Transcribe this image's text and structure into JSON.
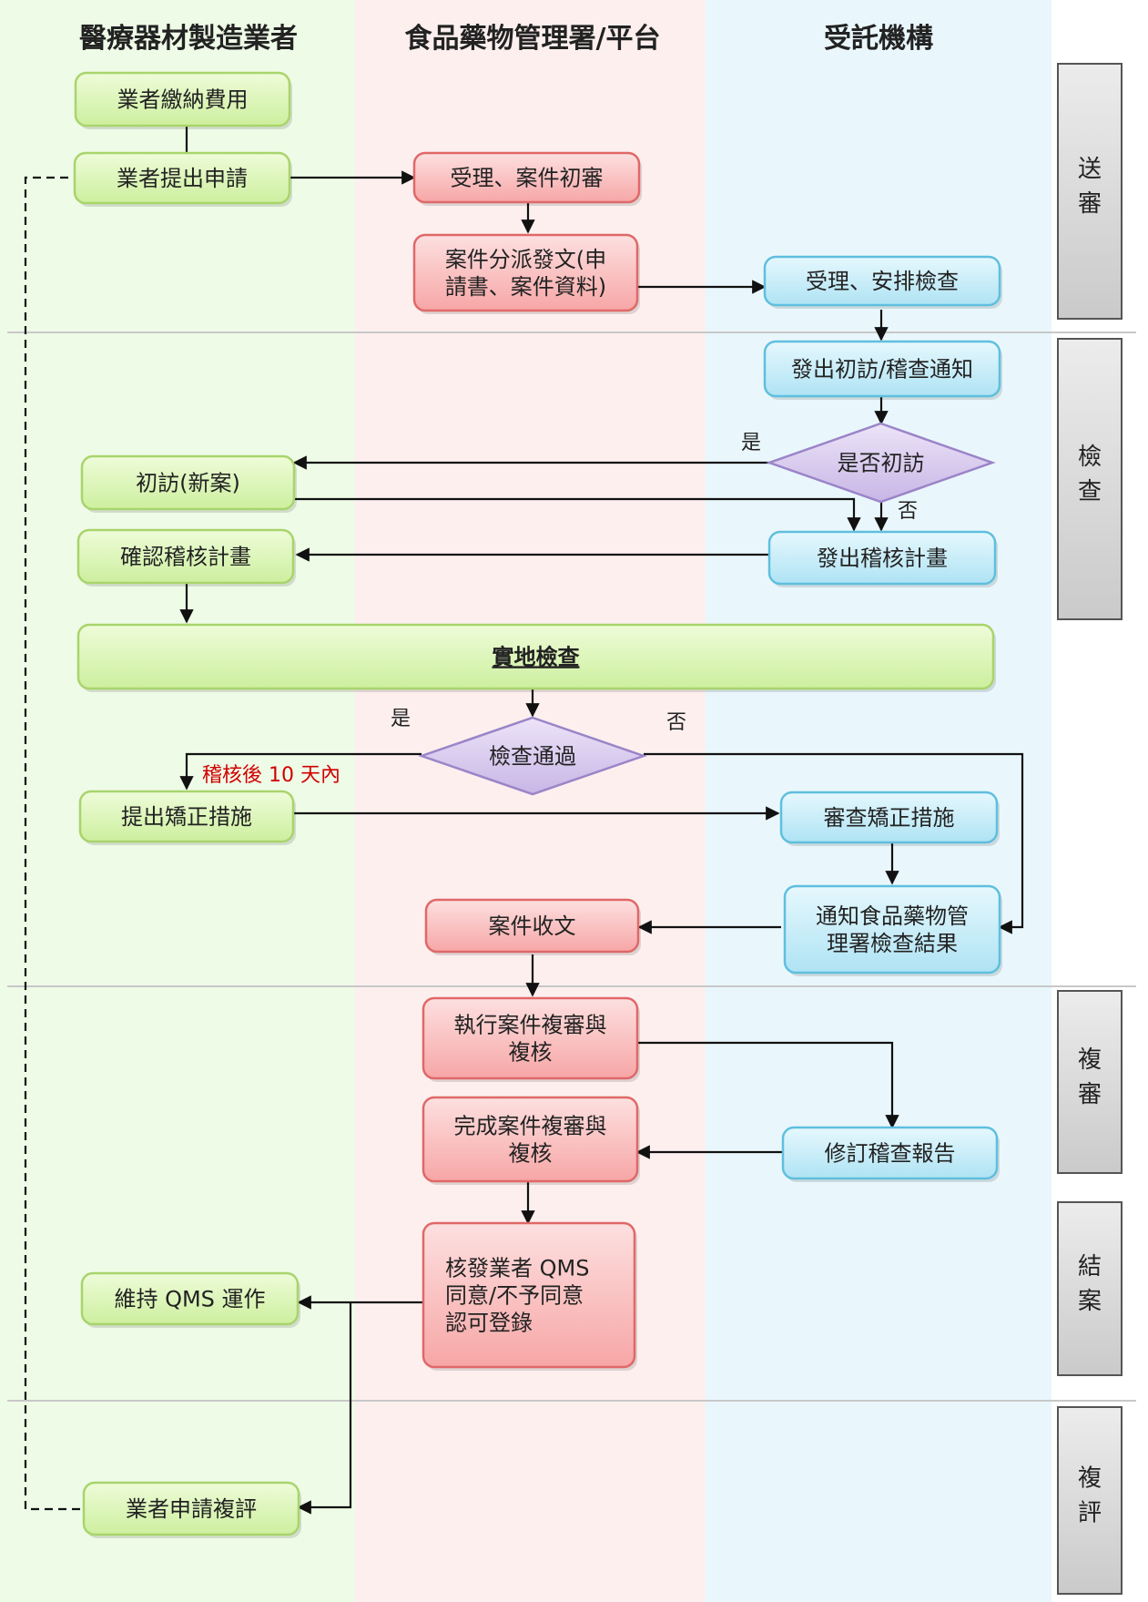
{
  "lanes": {
    "manufacturer": "醫療器材製造業者",
    "fda": "食品藥物管理署/平台",
    "agency": "受託機構"
  },
  "phases": {
    "submit": [
      "送",
      "審"
    ],
    "inspect": [
      "檢",
      "查"
    ],
    "review": [
      "複",
      "審"
    ],
    "close": [
      "結",
      "案"
    ],
    "reeval": [
      "複",
      "評"
    ]
  },
  "nodes": {
    "pay_fee": [
      "業者繳納費用"
    ],
    "apply": [
      "業者提出申請"
    ],
    "accept_initial": [
      "受理、案件初審"
    ],
    "dispatch": [
      "案件分派發文(申",
      "請書、案件資料)"
    ],
    "accept_schedule": [
      "受理、安排檢查"
    ],
    "notice": [
      "發出初訪/稽查通知"
    ],
    "is_initial": [
      "是否初訪"
    ],
    "initial_visit": [
      "初訪(新案)"
    ],
    "confirm_plan": [
      "確認稽核計畫"
    ],
    "issue_plan": [
      "發出稽核計畫"
    ],
    "onsite": [
      "實地檢查"
    ],
    "pass": [
      "檢查通過"
    ],
    "corrective": [
      "提出矯正措施"
    ],
    "review_corrective": [
      "審查矯正措施"
    ],
    "notify_result": [
      "通知食品藥物管",
      "理署檢查結果"
    ],
    "receive": [
      "案件收文"
    ],
    "exec_review": [
      "執行案件複審與",
      "複核"
    ],
    "done_review": [
      "完成案件複審與",
      "複核"
    ],
    "revise_report": [
      "修訂稽查報告"
    ],
    "issue_qms": [
      "核發業者 QMS",
      "同意/不予同意",
      "認可登錄"
    ],
    "maintain_qms": [
      "維持 QMS 運作"
    ],
    "reapply": [
      "業者申請複評"
    ]
  },
  "labels": {
    "yes1": "是",
    "no1": "否",
    "yes2": "是",
    "no2": "否",
    "deadline": "稽核後 10 天內"
  },
  "colors": {
    "lane_green": "#eefbe7",
    "lane_pink": "#fcefee",
    "lane_blue": "#e9f7fc",
    "green_fill": "#e2f7c6",
    "green_stroke": "#a9d46c",
    "red_fill": "#fbc8c8",
    "red_stroke": "#e06868",
    "blue_fill": "#cdeef9",
    "blue_stroke": "#5fbfde",
    "diamond_fill": "#ddd0f0",
    "diamond_stroke": "#9b84c8",
    "phase_fill": "#d9d9d9",
    "phase_stroke": "#555555"
  }
}
